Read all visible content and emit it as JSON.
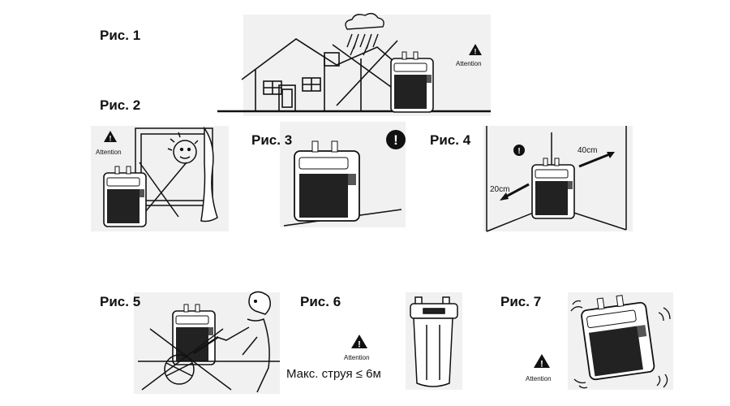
{
  "figures": [
    {
      "id": "fig1",
      "label": "Рис. 1",
      "attention": "Attention"
    },
    {
      "id": "fig2",
      "label": "Рис. 2",
      "attention": "Attention"
    },
    {
      "id": "fig3",
      "label": "Рис. 3"
    },
    {
      "id": "fig4",
      "label": "Рис. 4",
      "dim_back": "40cm",
      "dim_side": "20cm"
    },
    {
      "id": "fig5",
      "label": "Рис. 5"
    },
    {
      "id": "fig6",
      "label": "Рис. 6",
      "attention": "Attention",
      "note": "Макс. струя ≤ 6м"
    },
    {
      "id": "fig7",
      "label": "Рис. 7",
      "attention": "Attention"
    }
  ],
  "icons": [
    "warning-triangle-icon",
    "exclamation-circle-icon",
    "chiller-unit-icon",
    "house-icon",
    "rain-cloud-icon",
    "window-sun-icon",
    "canister-filter-icon",
    "person-icon"
  ]
}
